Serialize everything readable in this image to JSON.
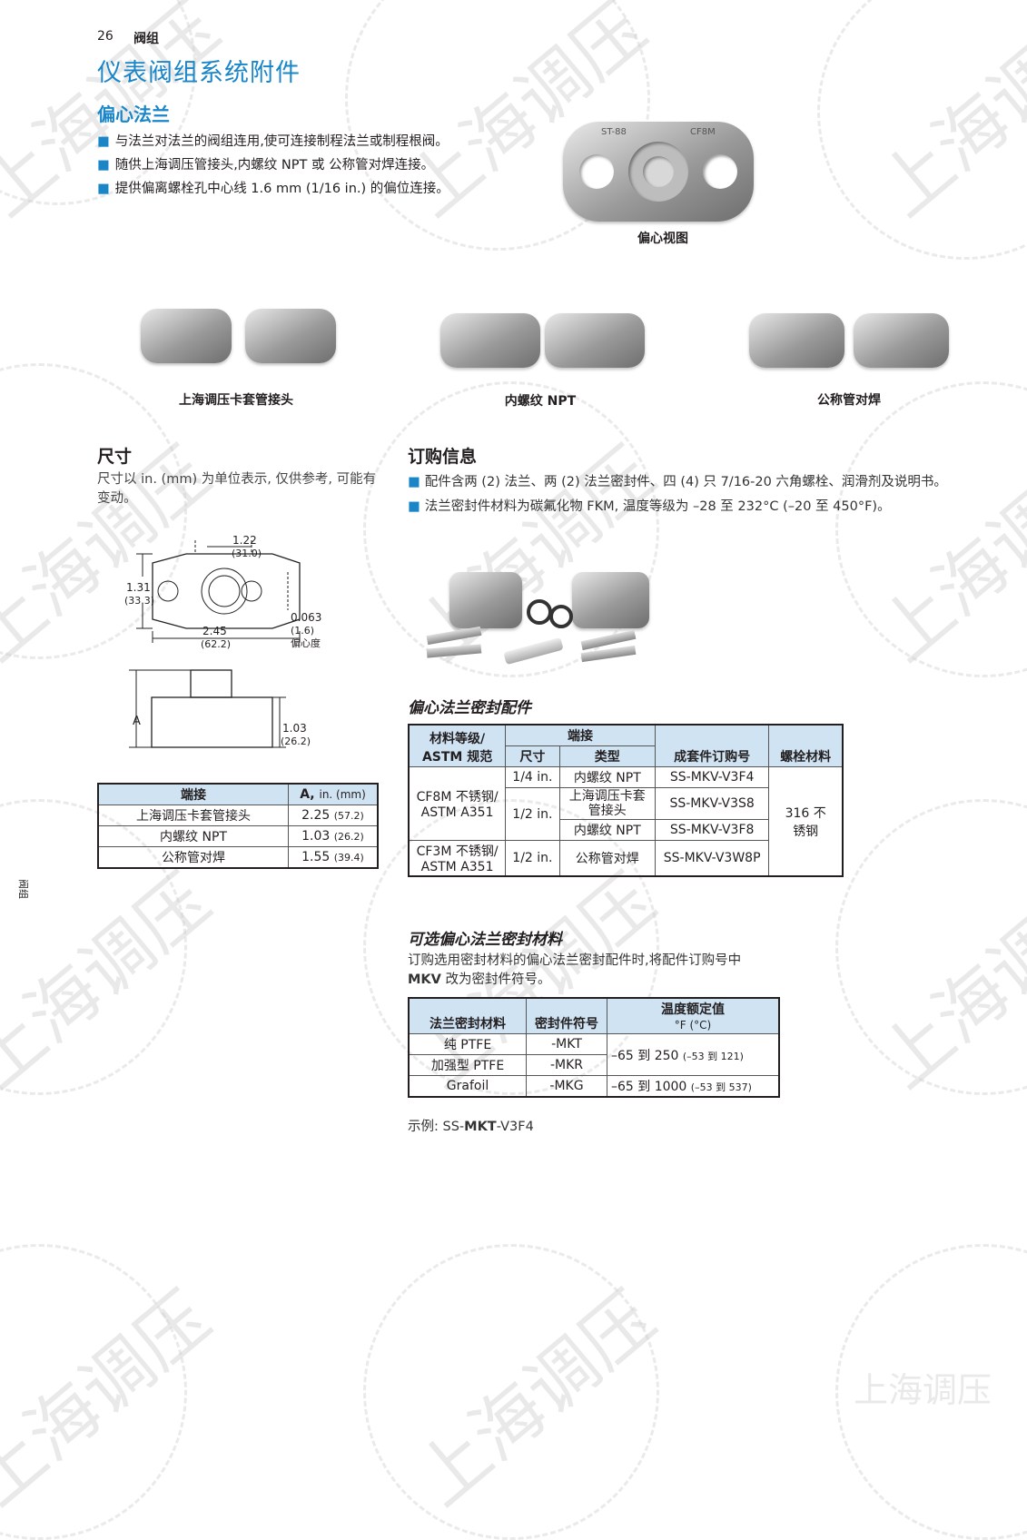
{
  "header": {
    "page_number": "26",
    "section": "阀组"
  },
  "title": "仪表阀组系统附件",
  "subtitle": "偏心法兰",
  "intro_bullets": [
    "与法兰对法兰的阀组连用,使可连接制程法兰或制程根阀。",
    "随供上海调压管接头,内螺纹 NPT 或 公称管对焊连接。",
    "提供偏离螺栓孔中心线 1.6 mm (1/16 in.) 的偏位连接。"
  ],
  "top_photo_caption": "偏心视图",
  "top_photo_markings": [
    "ST-88",
    "CF8M"
  ],
  "photo_captions": [
    "上海调压卡套管接头",
    "内螺纹 NPT",
    "公称管对焊"
  ],
  "dimensions": {
    "heading": "尺寸",
    "text": "尺寸以 in. (mm) 为单位表示, 仅供参考, 可能有变动。",
    "top_view": {
      "width_small": "1.22",
      "width_small_mm": "(31.0)",
      "height": "1.31",
      "height_mm": "(33.3)",
      "width_total": "2.45",
      "width_total_mm": "(62.2)",
      "offset": "0.063",
      "offset_mm": "(1.6)",
      "offset_label": "偏心度"
    },
    "side_view": {
      "a_label": "A",
      "thickness": "1.03",
      "thickness_mm": "(26.2)"
    },
    "table": {
      "headers": [
        "端接",
        "A,",
        "in. (mm)"
      ],
      "rows": [
        {
          "end": "上海调压卡套管接头",
          "a": "2.25",
          "mm": "(57.2)"
        },
        {
          "end": "内螺纹 NPT",
          "a": "1.03",
          "mm": "(26.2)"
        },
        {
          "end": "公称管对焊",
          "a": "1.55",
          "mm": "(39.4)"
        }
      ]
    }
  },
  "ordering": {
    "heading": "订购信息",
    "bullets": [
      "配件含两 (2) 法兰、两 (2) 法兰密封件、四 (4) 只 7/16-20 六角螺栓、润滑剂及说明书。",
      "法兰密封件材料为碳氟化物 FKM, 温度等级为 –28 至 232°C (–20 至 450°F)。"
    ]
  },
  "kit_table": {
    "title": "偏心法兰密封配件",
    "headers": {
      "material": "材料等级/",
      "material2": "ASTM 规范",
      "end": "端接",
      "size": "尺寸",
      "type": "类型",
      "order": "成套件订购号",
      "bolt": "螺栓材料"
    },
    "groups": [
      {
        "material": "CF8M 不锈钢/\nASTM A351",
        "rows": [
          {
            "size": "1/4 in.",
            "type": "内螺纹 NPT",
            "order": "SS-MKV-V3F4"
          },
          {
            "size": "1/2 in.",
            "type": "上海调压卡套\n管接头",
            "order": "SS-MKV-V3S8"
          },
          {
            "size": "",
            "type": "内螺纹 NPT",
            "order": "SS-MKV-V3F8"
          }
        ]
      },
      {
        "material": "CF3M 不锈钢/\nASTM A351",
        "rows": [
          {
            "size": "1/2 in.",
            "type": "公称管对焊",
            "order": "SS-MKV-V3W8P"
          }
        ]
      }
    ],
    "bolt_material": "316 不\n锈钢"
  },
  "optional": {
    "title": "可选偏心法兰密封材料",
    "text_1": "订购选用密封材料的偏心法兰密封配件时,将配件订购号中",
    "text_bold": "MKV",
    "text_2": " 改为密封件符号。",
    "headers": {
      "material": "法兰密封材料",
      "symbol": "密封件符号",
      "temp": "温度额定值",
      "temp_unit": "°F (°C)"
    },
    "rows": [
      {
        "material": "纯 PTFE",
        "symbol": "-MKT"
      },
      {
        "material": "加强型 PTFE",
        "symbol": "-MKR"
      },
      {
        "material": "Grafoil",
        "symbol": "-MKG"
      }
    ],
    "temps": [
      {
        "f": "–65 到 250",
        "c": "(–53 到 121)"
      },
      {
        "f": "–65 到 1000",
        "c": "(–53 到 537)"
      }
    ],
    "example_prefix": "示例: SS-",
    "example_bold": "MKT",
    "example_suffix": "-V3F4"
  },
  "side_tab": "阀组",
  "watermark": "上海调压",
  "colors": {
    "accent": "#1a86c8",
    "table_header": "#cfe3f3"
  }
}
